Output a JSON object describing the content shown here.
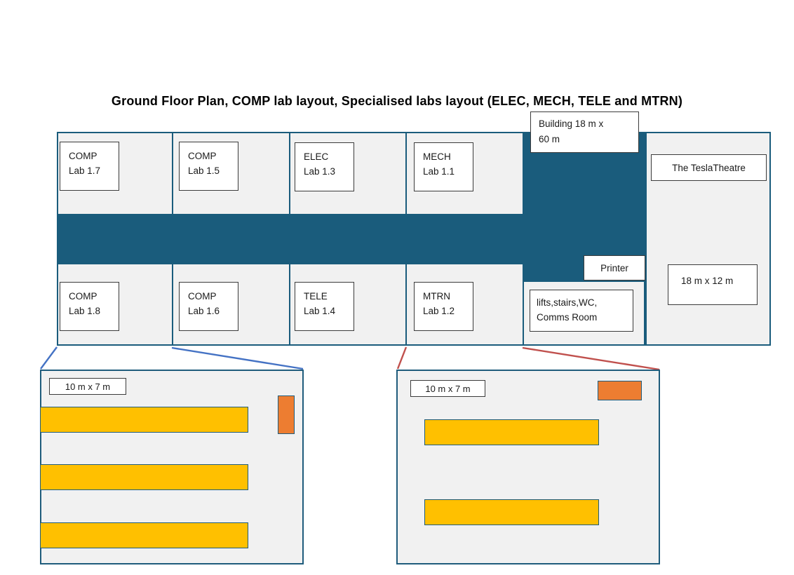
{
  "title": "Ground Floor Plan, COMP lab layout, Specialised labs layout (ELEC, MECH, TELE and MTRN)",
  "building": {
    "dimension_label": {
      "line1": "Building 18 m x",
      "line2": "60 m"
    },
    "top_labs": [
      {
        "line1": "COMP",
        "line2": "Lab 1.7"
      },
      {
        "line1": "COMP",
        "line2": "Lab 1.5"
      },
      {
        "line1": "ELEC",
        "line2": "Lab 1.3"
      },
      {
        "line1": "MECH",
        "line2": "Lab 1.1"
      }
    ],
    "bottom_labs": [
      {
        "line1": "COMP",
        "line2": "Lab 1.8"
      },
      {
        "line1": "COMP",
        "line2": "Lab 1.6"
      },
      {
        "line1": "TELE",
        "line2": "Lab 1.4"
      },
      {
        "line1": "MTRN",
        "line2": "Lab 1.2"
      }
    ],
    "printer_label": "Printer",
    "services_label": {
      "line1": "lifts,stairs,WC,",
      "line2": "Comms Room"
    },
    "theatre_label": "The TeslaTheatre",
    "theatre_size_label": "18 m x 12 m"
  },
  "detail_views": {
    "comp_lab": {
      "size_label": "10 m x 7 m",
      "bench_count": 3,
      "cabinet_count": 1
    },
    "specialised_lab": {
      "size_label": "10 m x 7 m",
      "bench_count": 2,
      "cabinet_count": 1
    }
  },
  "colors": {
    "corridor_teal": "#1a5c7c",
    "room_fill": "#f1f1f1",
    "bench_yellow": "#ffc000",
    "cabinet_orange": "#ed7d31",
    "callout_blue": "#4472c4",
    "callout_red": "#c0504d"
  }
}
